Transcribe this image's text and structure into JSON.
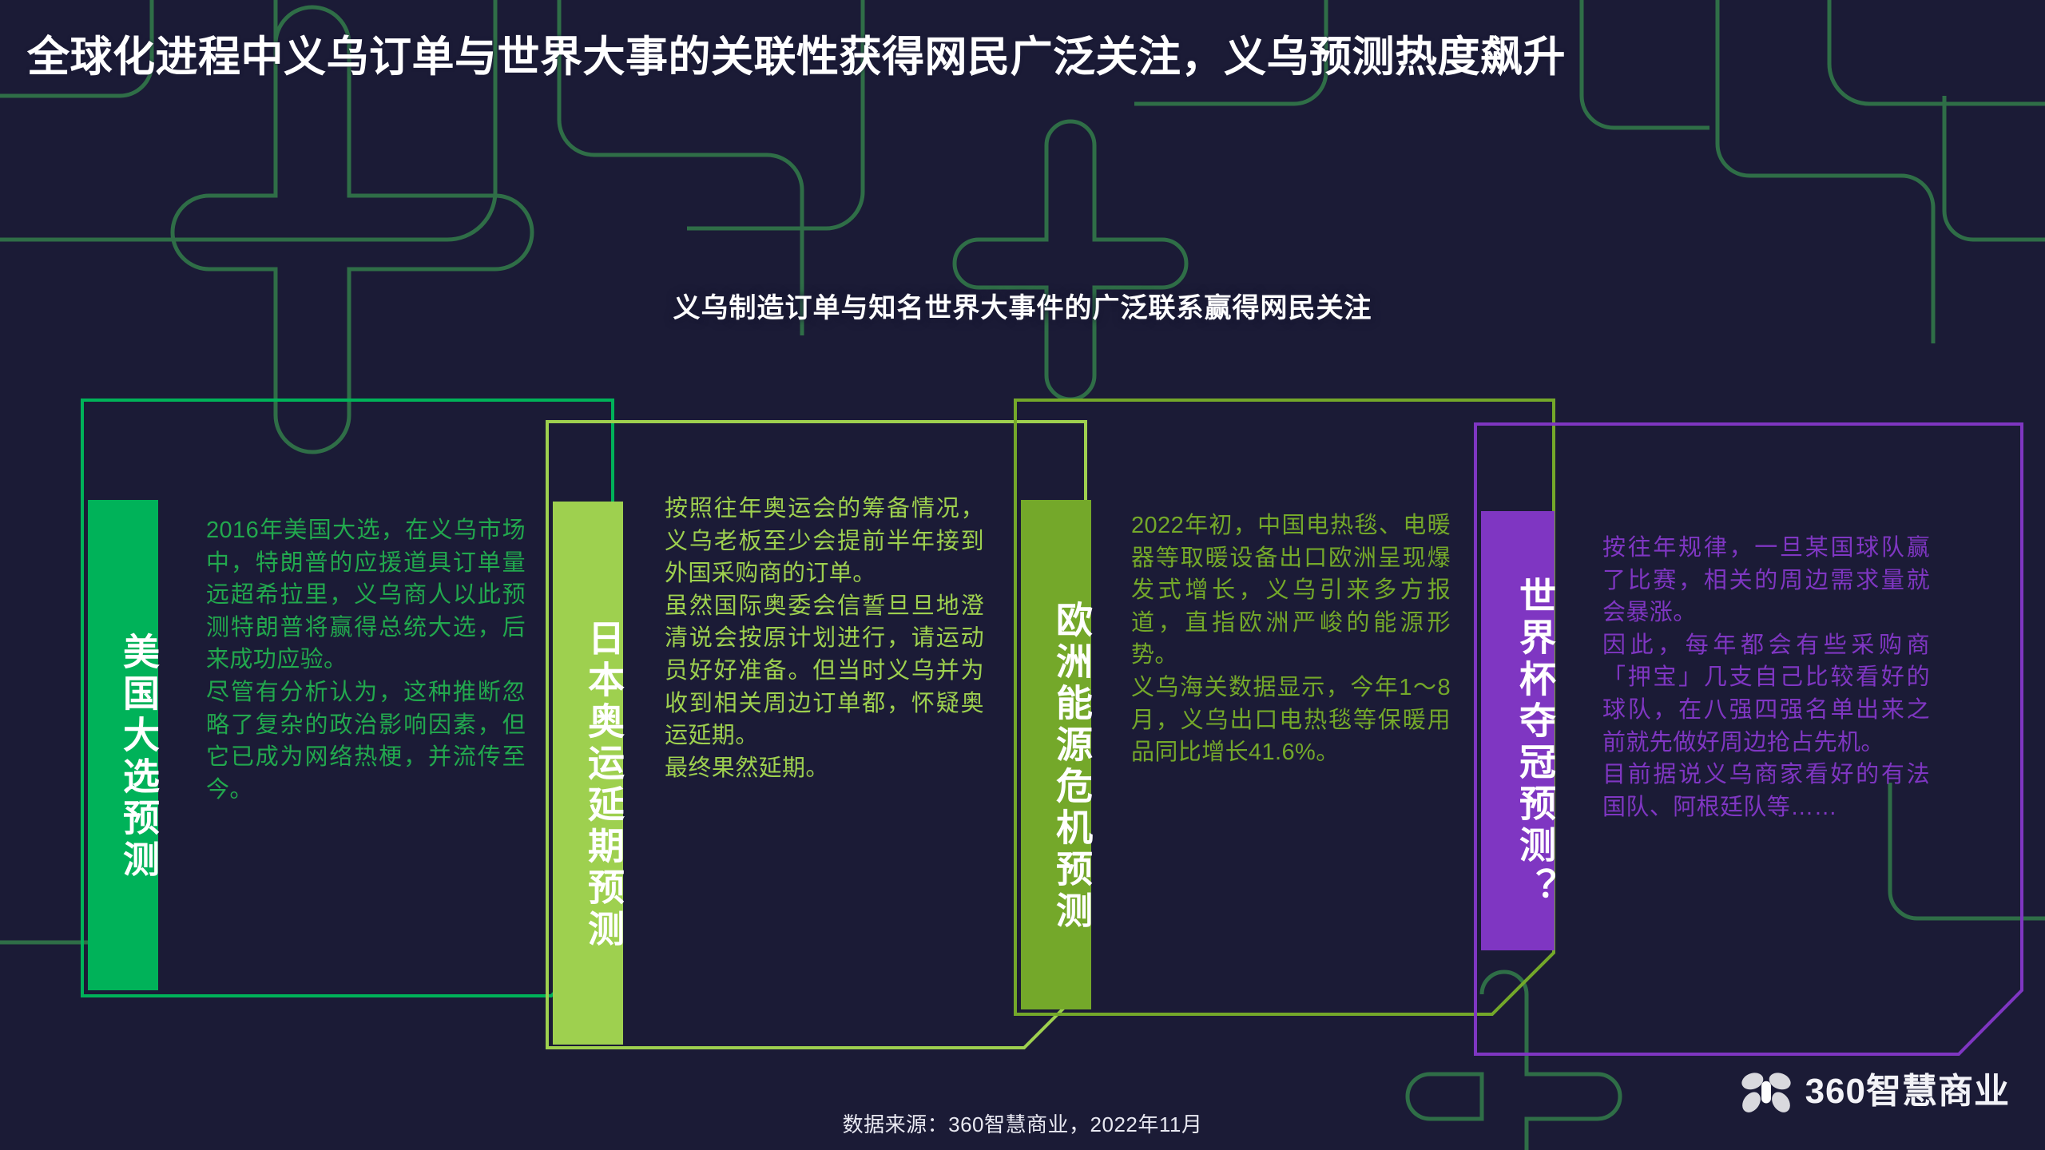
{
  "page": {
    "title": "全球化进程中义乌订单与世界大事的关联性获得网民广泛关注，义乌预测热度飙升",
    "subtitle": "义乌制造订单与知名世界大事件的广泛联系赢得网民关注",
    "background_color": "#1b1b36",
    "deco_color": "#2e6b45"
  },
  "cards": [
    {
      "label": "美国大选预测",
      "body": "2016年美国大选，在义乌市场中，特朗普的应援道具订单量远超希拉里，义乌商人以此预测特朗普将赢得总统大选，后来成功应验。\n尽管有分析认为，这种推断忽略了复杂的政治影响因素，但它已成为网络热梗，并流传至今。",
      "accent": "#00b259",
      "text_color": "#22a84e"
    },
    {
      "label": "日本奥运延期预测",
      "body": "按照往年奥运会的筹备情况，义乌老板至少会提前半年接到外国采购商的订单。\n虽然国际奥委会信誓旦旦地澄清说会按原计划进行，请运动员好好准备。但当时义乌并为收到相关周边订单都，怀疑奥运延期。\n最终果然延期。",
      "accent": "#9ed04f",
      "text_color": "#9ed04f"
    },
    {
      "label": "欧洲能源危机预测",
      "body": "2022年初，中国电热毯、电暖器等取暖设备出口欧洲呈现爆发式增长，义乌引来多方报道，直指欧洲严峻的能源形势。\n义乌海关数据显示，今年1～8月，义乌出口电热毯等保暖用品同比增长41.6%。",
      "accent": "#74a82a",
      "text_color": "#74a82a"
    },
    {
      "label": "世界杯夺冠预测？",
      "body": "按往年规律，一旦某国球队赢了比赛，相关的周边需求量就会暴涨。\n因此，每年都会有些采购商「押宝」几支自己比较看好的球队，在八强四强名单出来之前就先做好周边抢占先机。\n目前据说义乌商家看好的有法国队、阿根廷队等……",
      "accent": "#7f36c2",
      "text_color": "#7f36c2"
    }
  ],
  "footer": {
    "note": "数据来源：360智慧商业，2022年11月",
    "logo_text": "360智慧商业",
    "logo_mark": "360-pinwheel-icon"
  }
}
